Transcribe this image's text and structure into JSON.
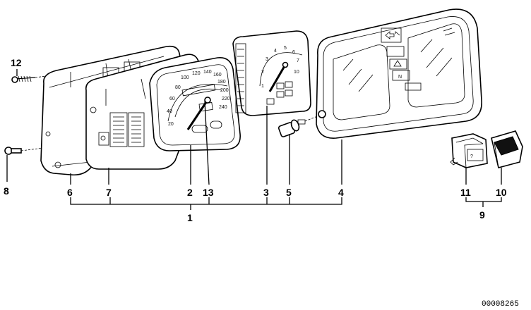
{
  "reference_number": "00008265",
  "callouts": [
    {
      "id": "c12",
      "text": "12"
    },
    {
      "id": "c8",
      "text": "8"
    },
    {
      "id": "c6",
      "text": "6"
    },
    {
      "id": "c7",
      "text": "7"
    },
    {
      "id": "c2",
      "text": "2"
    },
    {
      "id": "c13",
      "text": "13"
    },
    {
      "id": "c3",
      "text": "3"
    },
    {
      "id": "c5",
      "text": "5"
    },
    {
      "id": "c4",
      "text": "4"
    },
    {
      "id": "c1",
      "text": "1"
    },
    {
      "id": "c11",
      "text": "11"
    },
    {
      "id": "c10",
      "text": "10"
    },
    {
      "id": "c9",
      "text": "9"
    }
  ],
  "speedometer_scale": [
    "20",
    "40",
    "60",
    "80",
    "100",
    "120",
    "140",
    "160",
    "180",
    "200",
    "220",
    "240"
  ],
  "tachometer_scale": [
    "1",
    "2",
    "3",
    "4",
    "5",
    "6",
    "7"
  ],
  "tacho_tick_text": "10",
  "switch_label": "?"
}
